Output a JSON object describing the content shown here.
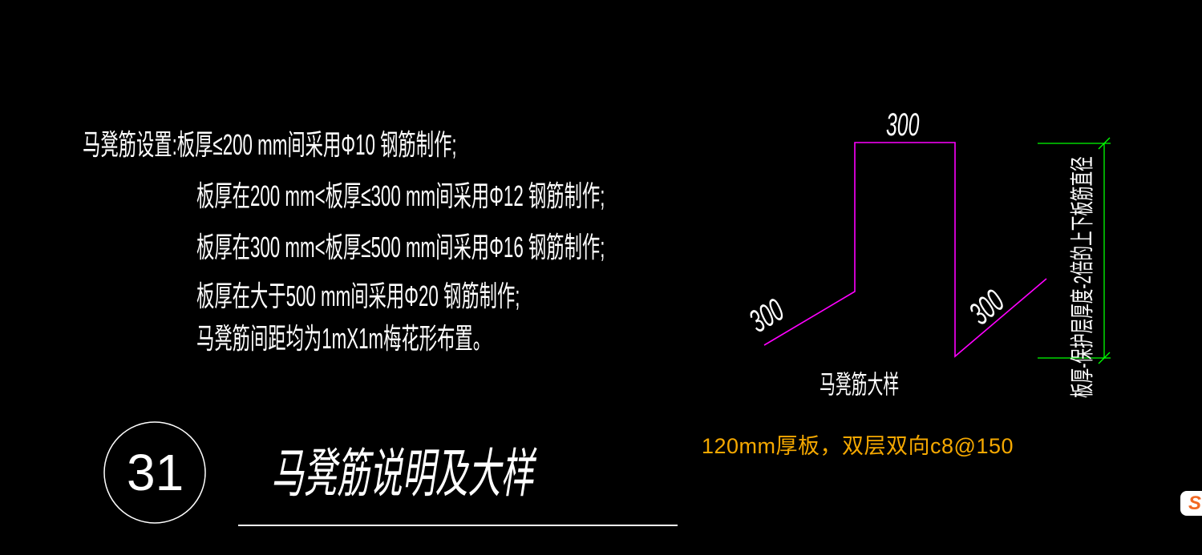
{
  "canvas": {
    "background": "#000000"
  },
  "colors": {
    "magenta": "#FF00FF",
    "green": "#00FF00",
    "white": "#FFFFFF",
    "orange": "#F5A800",
    "badge_orange": "#F26822"
  },
  "notes": {
    "lines": [
      "马凳筋设置:板厚≤200 mm间采用Φ10 钢筋制作;",
      "板厚在200 mm<板厚≤300 mm间采用Φ12 钢筋制作;",
      "板厚在300 mm<板厚≤500 mm间采用Φ16 钢筋制作;",
      "板厚在大于500 mm间采用Φ20 钢筋制作;",
      "马凳筋间距均为1mX1m梅花形布置。"
    ]
  },
  "diagram": {
    "dim_top": "300",
    "dim_left": "300",
    "dim_right": "300",
    "caption": "马凳筋大样",
    "height_dim_label": "板厚-保护层厚度-2倍的上下板筋直径"
  },
  "annotation": {
    "slab_note": "120mm厚板，双层双向c8@150"
  },
  "title_block": {
    "number": "31",
    "title": "马凳筋说明及大样"
  },
  "watermark": {
    "letter": "S"
  }
}
